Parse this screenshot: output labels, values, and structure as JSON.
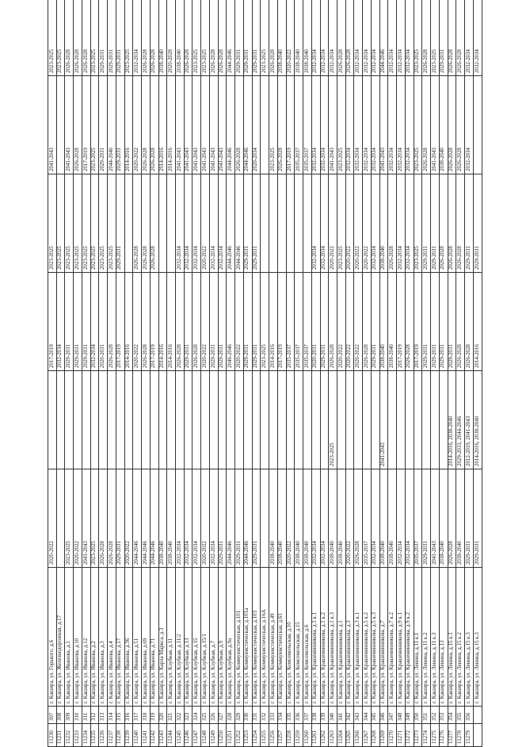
{
  "rows": [
    [
      "11230",
      "307",
      "г. Кашира, ул. Горького, д.6",
      "2020-2022",
      "",
      "2017-2019",
      "2023-2025",
      "2041-2043",
      "2023-2025"
    ],
    [
      "11231",
      "308",
      "г. Кашира, ул. Железнодорожная, д.17",
      "",
      "",
      "2032-2034",
      "2023-2025",
      "",
      "2023-2025"
    ],
    [
      "11232",
      "309",
      "г. Кашира, ул. Иванова, д.1",
      "2023-2025",
      "",
      "2029-2031",
      "2023-2025",
      "2041-2043",
      "2026-2028"
    ],
    [
      "11233",
      "310",
      "г. Кашира, ул. Иванова, д.10",
      "2020-2022",
      "",
      "2029-2031",
      "2023-2025",
      "2026-2028",
      "2026-2028"
    ],
    [
      "11234",
      "311",
      "г. Кашира, ул. Иванова, д.12",
      "2041-2043",
      "",
      "2029-2031",
      "2023-2025",
      "2017-2019",
      "2026-2028"
    ],
    [
      "11235",
      "312",
      "г. Кашира, ул. Иванова, д.2",
      "2023-2025",
      "",
      "2032-2034",
      "2023-2025",
      "2023-2025",
      "2023-2025"
    ],
    [
      "11236",
      "313",
      "г. Кашира, ул. Иванова, д.3",
      "2026-2028",
      "",
      "2020-2031",
      "2023-2025",
      "2029-2031",
      "2029-2031"
    ],
    [
      "11237",
      "314",
      "г. Кашира, ул. Иванова, д.4",
      "2026-2028",
      "",
      "2026-2028",
      "2023-2025",
      "2044-2046",
      "2029-2031"
    ],
    [
      "11238",
      "315",
      "г. Кашира, ул. Иванова, д.17",
      "2029-2031",
      "",
      "2017-2019",
      "2029-2031",
      "2029-2031",
      "2029-2031"
    ],
    [
      "11239",
      "316",
      "г. Кашира, ул. Иванова, д.36",
      "2020-2022",
      "",
      "2014-2016",
      "",
      "2014-2016",
      "2023-2025"
    ],
    [
      "11240",
      "317",
      "г. Кашира, ул. Иванова, д.51",
      "2044-2046",
      "",
      "2020-2022",
      "2026-2028",
      "2020-2022",
      "2032-2034"
    ],
    [
      "11241",
      "318",
      "г. Кашира, ул. Иванова, д.69",
      "2044-2046",
      "",
      "2026-2028",
      "2026-2028",
      "2026-2028",
      "2026-2028"
    ],
    [
      "11242",
      "319",
      "г. Кашира, ул. Иванова, д.71",
      "2044-2046",
      "",
      "2017-2019",
      "2026-2028",
      "2026-2028",
      "2026-2028"
    ],
    [
      "11243",
      "320",
      "г. Кашира, ул. Карла Маркса, д.3",
      "2038-2040",
      "",
      "2014-2016",
      "",
      "2014-2016",
      "2038-2040"
    ],
    [
      "11244",
      "321",
      "г. Кашира, ул. Клубная, д.11",
      "2038-2040",
      "",
      "2014-2016",
      "",
      "2014-2016",
      "2020-2028"
    ],
    [
      "11245",
      "322",
      "г. Кашира, ул. Клубная, д.11/2",
      "2032-2034",
      "",
      "2026-2028",
      "2032-2034",
      "2041-2043",
      "2038-2040"
    ],
    [
      "11246",
      "323",
      "г. Кашира, ул. Клубная, д.13",
      "2032-2034",
      "",
      "2029-2031",
      "2032-2034",
      "2041-2043",
      "2026-2028"
    ],
    [
      "11247",
      "324",
      "г. Кашира, ул. Клубная, д.15",
      "2032-2034",
      "",
      "2026-2028",
      "2032-2034",
      "2041-2043",
      "2023-2025"
    ],
    [
      "11248",
      "325",
      "г. Кашира, ул. Клубная, д.15/1",
      "2020-2022",
      "",
      "2020-2022",
      "2020-2022",
      "2041-2043",
      "2023-2025"
    ],
    [
      "11249",
      "326",
      "г. Кашира, ул. Клубная, д.7",
      "2032-2034",
      "",
      "2029-2031",
      "2032-2034",
      "2041-2043",
      "2026-2028"
    ],
    [
      "11250",
      "327",
      "г. Кашира, ул. Клубная, д.9",
      "2029-2031",
      "",
      "2029-2031",
      "2032-2034",
      "2041-2043",
      "2026-2028"
    ],
    [
      "11251",
      "328",
      "г. Кашира, ул. Клубная, д.9а",
      "2044-2046",
      "",
      "2046-2046",
      "2044-2046",
      "2044-2046",
      "2044-2046"
    ],
    [
      "11252",
      "329",
      "г. Кашира, ул. Коммунистическая, д.101",
      "2029-2031",
      "",
      "2020-2022",
      "2044-2046",
      "2026-2028",
      "2029-2031"
    ],
    [
      "11253",
      "330",
      "г. Кашира, ул. Коммунистическая, д.101а",
      "2044-2046",
      "",
      "2029-2031",
      "2029-2031",
      "2044-2046",
      "2029-2031"
    ],
    [
      "11254",
      "331",
      "г. Кашира, ул. Коммунистическая, д.103",
      "2029-2031",
      "",
      "2029-2031",
      "2029-2031",
      "2020-2034",
      "2029-2031"
    ],
    [
      "11255",
      "332",
      "г. Кашира, ул. Коммунистическая, д.16А",
      "",
      "",
      "2023-2025",
      "",
      "",
      "2023-2025"
    ],
    [
      "11256",
      "333",
      "г. Кашира, ул. Коммунистическая, д.49",
      "2038-2040",
      "",
      "2014-2016",
      "",
      "2023-2025",
      "2026-2028"
    ],
    [
      "11257",
      "334",
      "г. Кашира, ул. Коммунистическая, д.61",
      "2038-2040",
      "",
      "2017-2019",
      "",
      "2026-2028",
      "2038-2040"
    ],
    [
      "11258",
      "335",
      "г. Кашира, ул. Комсомольская, д.10",
      "2020-2022",
      "",
      "2035-2037",
      "",
      "2017-2019",
      "2020-2022"
    ],
    [
      "11259",
      "336",
      "г. Кашира, ул. Комсомольская, д.15",
      "2038-2040",
      "",
      "2035-2037",
      "",
      "2035-2037",
      "2038-2040"
    ],
    [
      "11260",
      "337",
      "г. Кашира, ул. Комсомольская, д.6",
      "2038-2040",
      "",
      "2035-2037",
      "",
      "2035-2037",
      "2038-2040"
    ],
    [
      "11261",
      "338",
      "г. Кашира, ул. Крашенинникова, д.1 к.1",
      "2032-2034",
      "",
      "2020-2031",
      "2032-2034",
      "2032-2034",
      "2032-2034"
    ],
    [
      "11262",
      "339",
      "г. Кашира, ул. Крашенинникова, д.1 к.2",
      "2032-2034",
      "",
      "2029-2031",
      "2032-2034",
      "2032-2034",
      "2032-2034"
    ],
    [
      "11263",
      "340",
      "г. Кашира, ул. Крашенинникова, д.1 к.3",
      "2038-2040",
      "2023-2025",
      "2026-2028",
      "2020-2022",
      "2041-2043",
      "2032-2034"
    ],
    [
      "11264",
      "341",
      "г. Кашира, ул. Крашенинникова, д.1",
      "2038-2040",
      "",
      "2020-2022",
      "2023-2025",
      "2023-2025",
      "2026-2028"
    ],
    [
      "11265",
      "342",
      "г. Кашира, ул. Крашенинникова, д.3",
      "2020-2022",
      "",
      "2020-2022",
      "2020-2022",
      "2032-2034",
      "2026-2028"
    ],
    [
      "11266",
      "343",
      "г. Кашира, ул. Крашенинникова, д.3 к.1",
      "2026-2028",
      "",
      "2020-2022",
      "2020-2022",
      "2032-2034",
      "2032-2034"
    ],
    [
      "11267",
      "344",
      "г. Кашира, ул. Крашенинникова, д.5 к.2",
      "2035-2037",
      "",
      "2026-2028",
      "2020-2022",
      "2032-2034",
      "2032-2034"
    ],
    [
      "11268",
      "345",
      "г. Кашира, ул. Крашенинникова, д.5 к.3",
      "2032-2034",
      "",
      "2029-2031",
      "2032-2034",
      "2032-2034",
      "2032-2034"
    ],
    [
      "11269",
      "346",
      "г. Кашира, ул. Крашенинникова, д.7",
      "2038-2040",
      "2041-2043",
      "2038-2040",
      "2038-2040",
      "2041-2043",
      "2044-2046"
    ],
    [
      "11270",
      "347",
      "г. Кашира, ул. Крашенинникова, д.7 к.2",
      "2038-2040",
      "",
      "2038-2040",
      "2026-2028",
      "2032-2034",
      "2032-2034"
    ],
    [
      "11271",
      "348",
      "г. Кашира, ул. Крашенинникова, д.9 к.1",
      "2032-2034",
      "",
      "2017-2019",
      "2032-2034",
      "2032-2034",
      "2032-2034"
    ],
    [
      "11272",
      "349",
      "г. Кашира, ул. Крашенинникова, д.9 к.2",
      "2032-2034",
      "",
      "2026-2028",
      "2032-2034",
      "2032-2034",
      "2032-2034"
    ],
    [
      "11273",
      "350",
      "г. Кашира, ул. Ленина, д.11 к.1",
      "2035-2037",
      "",
      "2017-2019",
      "2023-2025",
      "2023-2025",
      "2023-2025"
    ],
    [
      "11274",
      "351",
      "г. Кашира, ул. Ленина, д.11 к.2",
      "2029-2031",
      "",
      "2029-2031",
      "2029-2031",
      "2026-2028",
      "2026-2028"
    ],
    [
      "11275",
      "352",
      "г. Кашира, ул. Ленина, д.11 к.3",
      "2041-2043",
      "",
      "2029-2031",
      "2029-2031",
      "2041-2043",
      "2023-2025"
    ],
    [
      "11276",
      "353",
      "г. Кашира, ул. Ленина, д.13",
      "2038-2040",
      "",
      "2029-2031",
      "2026-2028",
      "2038-2040",
      "2029-2031"
    ],
    [
      "11277",
      "354",
      "г. Кашира, ул. Ленина, д.15 к.1",
      "2026-2028",
      "2014-2016, 2038-2040",
      "2029-2031",
      "2026-2028",
      "2026-2028",
      "2026-2028"
    ],
    [
      "11278",
      "355",
      "г. Кашира, ул. Ленина, д.15 к.2",
      "2038-2040",
      "2029-2031, 2044-2046",
      "2026-2028",
      "2026-2028",
      "2026-2028",
      "2026-2028"
    ],
    [
      "11279",
      "356",
      "г. Кашира, ул. Ленина, д.15 к.3",
      "2029-2031",
      "2012-2019, 2041-2043",
      "2026-2028",
      "2029-2031",
      "2032-2034",
      "2032-2034"
    ],
    [
      "",
      "",
      "г. Кашира, ул. Ленина, д.15 к.3",
      "2029-2031",
      "2014-2016, 2038-2040",
      "2014-2016",
      "2029-2031",
      "",
      "2032-2034"
    ]
  ]
}
